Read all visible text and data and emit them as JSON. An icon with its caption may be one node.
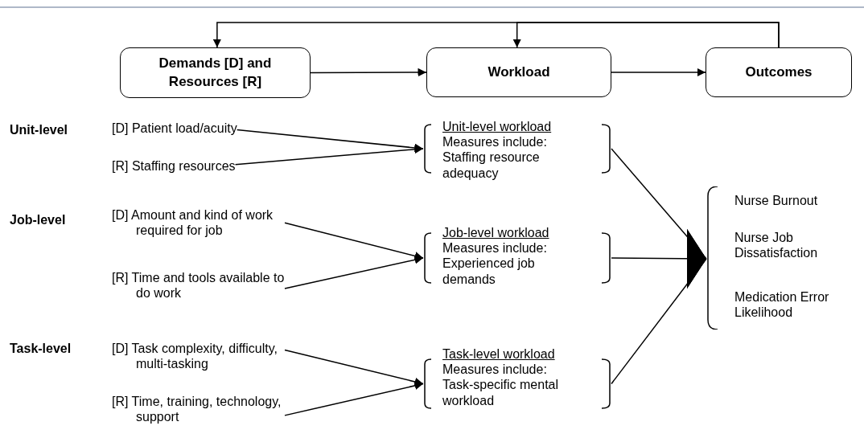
{
  "diagram": {
    "nodes": [
      {
        "text": [
          "Demands [D] and Resources [R]"
        ]
      },
      {
        "text": [
          "Workload"
        ]
      },
      {
        "text": [
          "Outcomes"
        ]
      },
      {
        "text": [
          "[D] Patient load/acuity"
        ]
      },
      {
        "text": [
          "[R] Staffing resources"
        ]
      },
      {
        "text": [
          "[D] Amount and kind of work required for job"
        ]
      },
      {
        "text": [
          "[R] Time and tools available to do work"
        ]
      },
      {
        "text": [
          "[D] Task complexity, difficulty, multi-tasking"
        ]
      },
      {
        "text": [
          "[R] Time, training, technology, support"
        ]
      },
      {
        "text": [
          "Unit-level workload",
          "Measures include: Staffing resource adequacy"
        ]
      },
      {
        "text": [
          "Job-level workload",
          "Measures include: Experienced job demands"
        ]
      },
      {
        "text": [
          "Task-level workload",
          "Measures include: Task-specific mental workload"
        ]
      },
      {
        "text": [
          "Nurse Burnout",
          "Nurse Job Dissatisfaction",
          "Medication Error Likelihood"
        ]
      }
    ],
    "edges": [
      {
        "from": 2,
        "to": 0,
        "arrow": "to"
      },
      {
        "from": 2,
        "to": 1,
        "arrow": "to"
      },
      {
        "from": 0,
        "to": 1,
        "arrow": "to"
      },
      {
        "from": 1,
        "to": 2,
        "arrow": "to"
      },
      {
        "from": 3,
        "to": 9,
        "arrow": "to"
      },
      {
        "from": 4,
        "to": 9,
        "arrow": "to"
      },
      {
        "from": 5,
        "to": 10,
        "arrow": "to"
      },
      {
        "from": 6,
        "to": 10,
        "arrow": "to"
      },
      {
        "from": 7,
        "to": 11,
        "arrow": "to"
      },
      {
        "from": 8,
        "to": 11,
        "arrow": "to"
      },
      {
        "from": 9,
        "to": 12,
        "arrow": "to"
      },
      {
        "from": 10,
        "to": 12,
        "arrow": "to"
      },
      {
        "from": 11,
        "to": 12,
        "arrow": "to"
      }
    ],
    "labels": [
      "Unit-level",
      "Job-level",
      "Task-level"
    ]
  }
}
